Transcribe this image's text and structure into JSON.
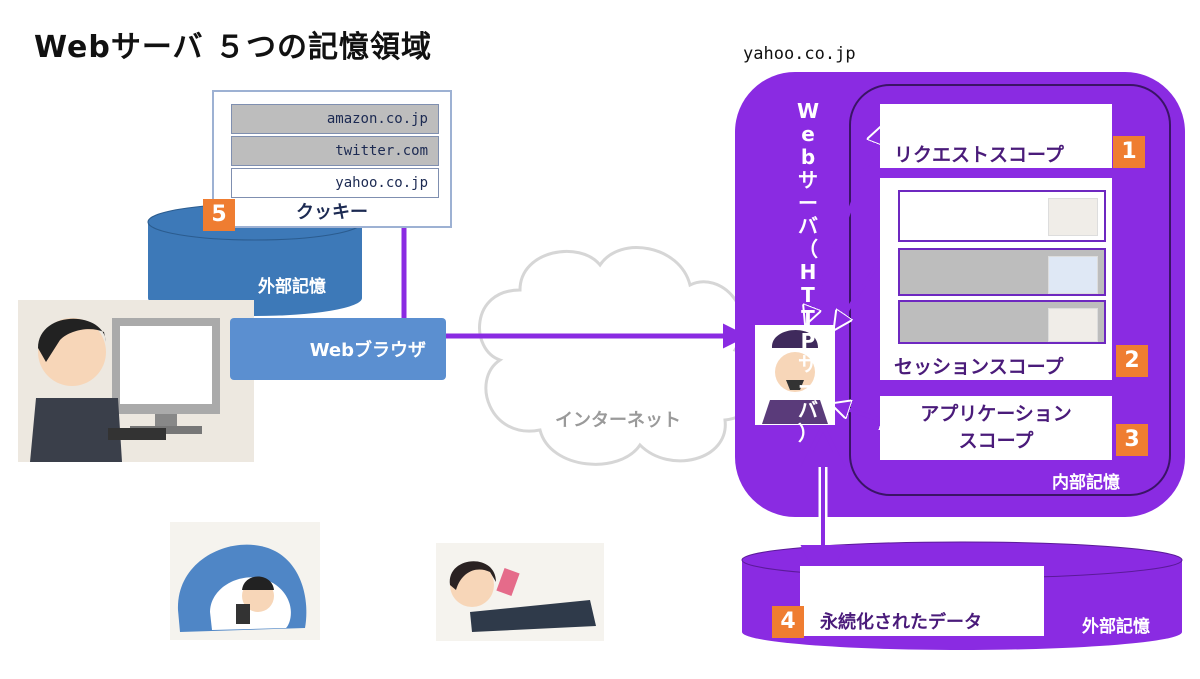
{
  "title": "Webサーバ ５つの記憶領域",
  "server_domain": "yahoo.co.jp",
  "cookie": {
    "badge": "5",
    "label": "クッキー",
    "domains": [
      "amazon.co.jp",
      "twitter.com",
      "yahoo.co.jp"
    ]
  },
  "client": {
    "storage_label": "外部記憶",
    "browser_label": "Webブラウザ"
  },
  "network_label": "インターネット",
  "server": {
    "vertical_label": [
      "W",
      "e",
      "b",
      "サ",
      "ー",
      "バ",
      "（",
      "H",
      "T",
      "T",
      "P",
      "サ",
      "ー",
      "バ",
      "）"
    ],
    "internal_label": "内部記憶",
    "request_scope": {
      "label": "リクエストスコープ",
      "badge": "1"
    },
    "session_scope": {
      "label": "セッションスコープ",
      "badge": "2"
    },
    "application_scope": {
      "label_line1": "アプリケーション",
      "label_line2": "スコープ",
      "badge": "3"
    }
  },
  "persistence": {
    "badge": "4",
    "label": "永続化されたデータ",
    "storage_label": "外部記憶"
  },
  "colors": {
    "purple": "#8a2be2",
    "dark_purple": "#3f1a6b",
    "blue": "#5b8fd0",
    "orange": "#ef7d31",
    "gray": "#bdbdbd"
  }
}
